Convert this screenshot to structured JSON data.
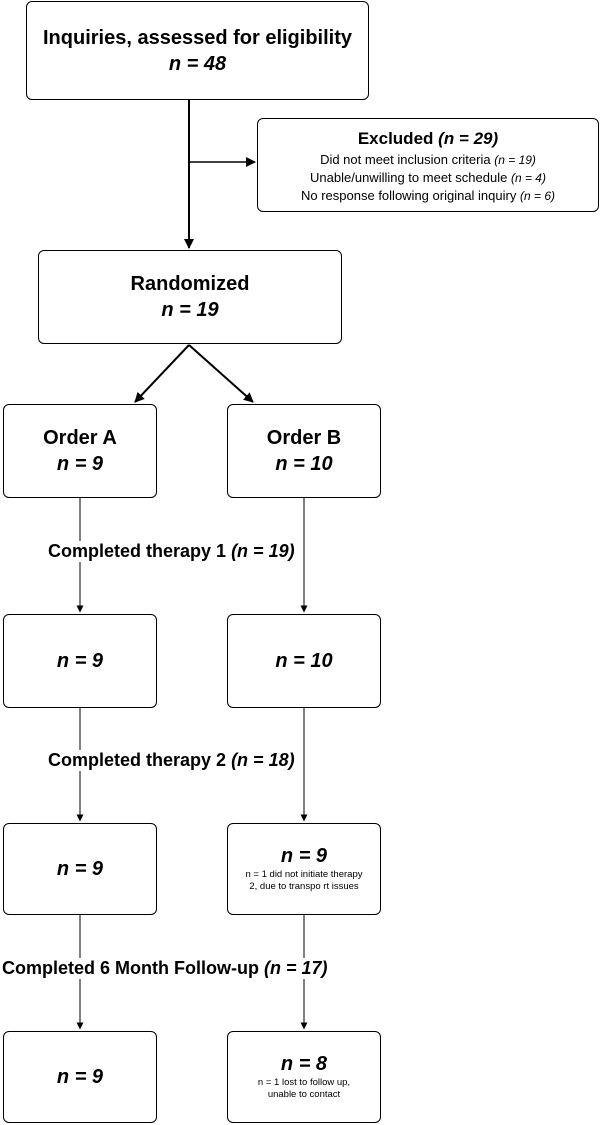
{
  "inquiries": {
    "title": "Inquiries, assessed for eligibility",
    "n": "n = 48"
  },
  "excluded": {
    "title": "Excluded",
    "n": "(n = 29)",
    "reasons": [
      {
        "text": "Did not meet inclusion criteria",
        "n": "(n = 19)"
      },
      {
        "text": "Unable/unwilling to meet schedule",
        "n": "(n = 4)"
      },
      {
        "text": "No response following original inquiry",
        "n": "(n = 6)"
      }
    ]
  },
  "randomized": {
    "title": "Randomized",
    "n": "n = 19"
  },
  "order_a": {
    "title": "Order A",
    "n": "n = 9"
  },
  "order_b": {
    "title": "Order B",
    "n": "n = 10"
  },
  "stage1": {
    "label": "Completed therapy 1",
    "n": "(n = 19)"
  },
  "stage2": {
    "label": "Completed therapy 2",
    "n": "(n = 18)"
  },
  "stage3": {
    "label": "Completed 6 Month Follow-up",
    "n": "(n = 17)"
  },
  "a_after_t1": {
    "n": "n = 9"
  },
  "b_after_t1": {
    "n": "n = 10"
  },
  "a_after_t2": {
    "n": "n = 9"
  },
  "b_after_t2": {
    "n": "n = 9",
    "note": "n = 1  did not initiate therapy 2, due to transpo rt issues"
  },
  "a_followup": {
    "n": "n = 9"
  },
  "b_followup": {
    "n": "n = 8",
    "note": "n = 1 lost to follow up, unable to contact"
  }
}
